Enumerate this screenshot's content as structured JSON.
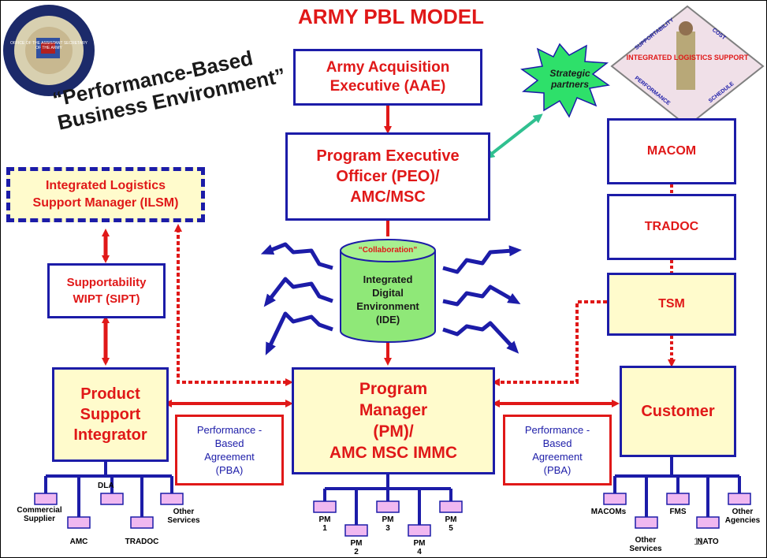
{
  "title": "ARMY PBL MODEL",
  "slogan": "“Performance-Based\nBusiness Environment”",
  "seal_text": "OFFICE OF THE ASSISTANT SECRETARY OF THE ARMY",
  "ils_badge": {
    "center": "INTEGRATED LOGISTICS SUPPORT",
    "top_left": "SUPPORTABILITY",
    "top_right": "COST",
    "bottom_left": "PERFORMANCE",
    "bottom_right": "SCHEDULE"
  },
  "nodes": {
    "aae": "Army Acquisition\nExecutive (AAE)",
    "peo": "Program Executive\nOfficer (PEO)/\nAMC/MSC",
    "strategic": "Strategic\npartners",
    "ilsm": "Integrated Logistics\nSupport Manager (ILSM)",
    "sipt": "Supportability\nWIPT (SIPT)",
    "psi": "Product\nSupport\nIntegrator",
    "pm": "Program\nManager\n(PM)/\nAMC MSC IMMC",
    "customer": "Customer",
    "macom": "MACOM",
    "tradoc": "TRADOC",
    "tsm": "TSM",
    "pba_left": "Performance -\nBased\nAgreement\n(PBA)",
    "pba_right": "Performance -\nBased\nAgreement\n(PBA)",
    "ide_label": "“Collaboration”",
    "ide": "Integrated\nDigital\nEnvironment\n(IDE)"
  },
  "left_leaves": [
    "Commercial\nSupplier",
    "AMC",
    "DLA",
    "TRADOC",
    "Other\nServices"
  ],
  "pm_leaves": [
    "PM\n1",
    "PM\n2",
    "PM\n3",
    "PM\n4",
    "PM\n5"
  ],
  "right_leaves": [
    "MACOMs",
    "Other\nServices",
    "FMS",
    "NATO",
    "Other\nAgencies"
  ],
  "page_number": "11",
  "colors": {
    "navy": "#1c1ca8",
    "red": "#e01818",
    "cream": "#fffbcc",
    "leaf_fill": "#f0b8f0",
    "green": "#2ee06a",
    "cyl_green": "#8fe878",
    "teal_arrow": "#30c090"
  }
}
